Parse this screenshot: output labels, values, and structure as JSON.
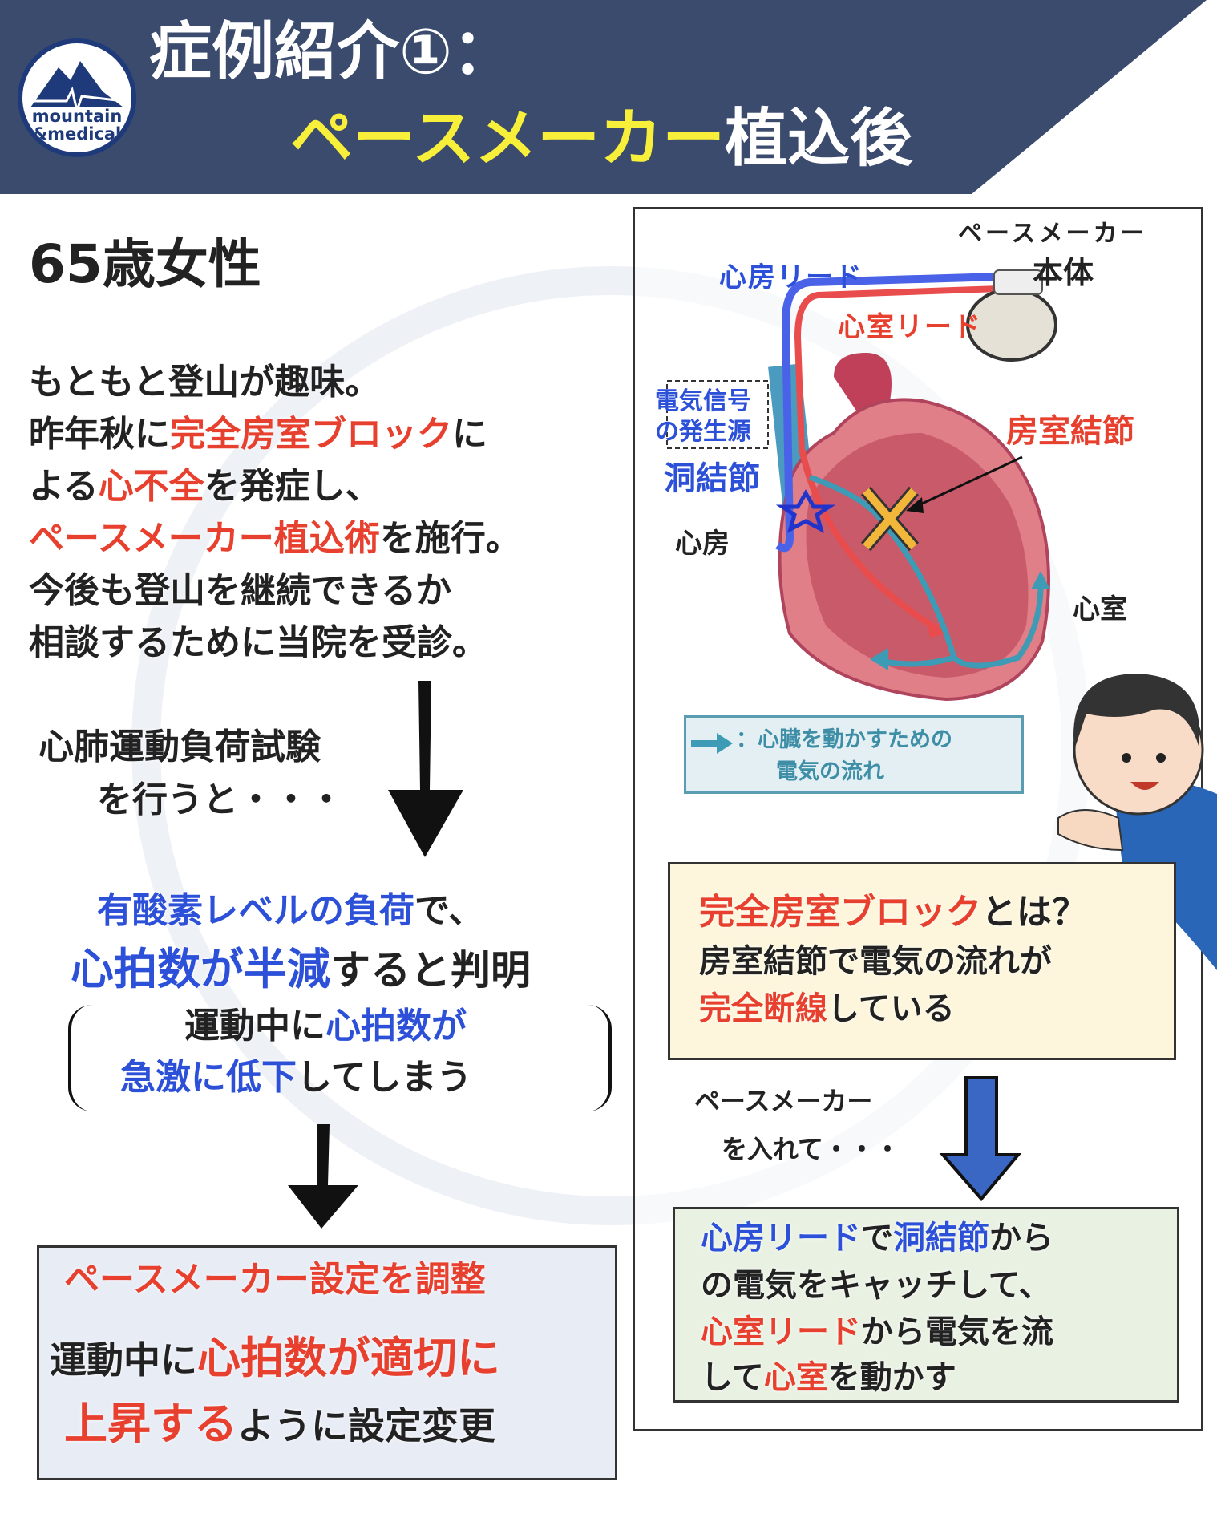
{
  "header": {
    "title_line1": "症例紹介①：",
    "title_line2_yellow": "ペースメーカー",
    "title_line2_white": "植込後",
    "logo": {
      "line1": "mountain",
      "line2": "&medical"
    }
  },
  "patient": {
    "heading": "65歳女性",
    "history": {
      "l0": "もともと登山が趣味。",
      "l1a": "昨年秋に",
      "l1b": "完全房室ブロック",
      "l1c": "に",
      "l2a": "よる",
      "l2b": "心不全",
      "l2c": "を発症し、",
      "l3a": "ペースメーカー植込術",
      "l3b": "を施行。",
      "l4": "今後も登山を継続できるか",
      "l5": "相談するために当院を受診。"
    }
  },
  "test": {
    "line1": "心肺運動負荷試験",
    "line2": "を行うと・・・"
  },
  "finding": {
    "l1a": "有酸素レベルの負荷",
    "l1b": "で、",
    "l2a": "心拍数が半減",
    "l2b": "すると判明",
    "b1a": "運動中に",
    "b1b": "心拍数が",
    "b2a": "急激に低下",
    "b2b": "してしまう"
  },
  "adjust": {
    "title": "ペースメーカー設定を調整",
    "l1a": "運動中に",
    "l1b": "心拍数が適切に",
    "l2a": "上昇する",
    "l2b": "ように設定変更"
  },
  "diagram": {
    "pm_label1": "ペースメーカー",
    "pm_label2": "本体",
    "atrial_lead": "心房リード",
    "ventricular_lead": "心室リード",
    "origin1": "電気信号",
    "origin2": "の発生源",
    "sa_node": "洞結節",
    "av_node": "房室結節",
    "atrium": "心房",
    "ventricle": "心室",
    "legend1": "：心臓を動かすための",
    "legend2": "電気の流れ"
  },
  "block": {
    "l1a": "完全房室ブロック",
    "l1b": "とは？",
    "l2": "房室結節で電気の流れが",
    "l3a": "完全断線",
    "l3b": "している"
  },
  "insert": {
    "line1": "ペースメーカー",
    "line2": "を入れて・・・"
  },
  "result": {
    "l1a": "心房リード",
    "l1b": "で",
    "l1c": "洞結節",
    "l1d": "から",
    "l2": "の電気をキャッチして、",
    "l3a": "心室リード",
    "l3b": "から電気を流",
    "l4a": "して",
    "l4b": "心室",
    "l4c": "を動かす"
  },
  "colors": {
    "header": "#3b4b6d",
    "accent_red": "#e8402e",
    "accent_blue": "#2c50d8",
    "title_yellow": "#f7ef3a"
  }
}
